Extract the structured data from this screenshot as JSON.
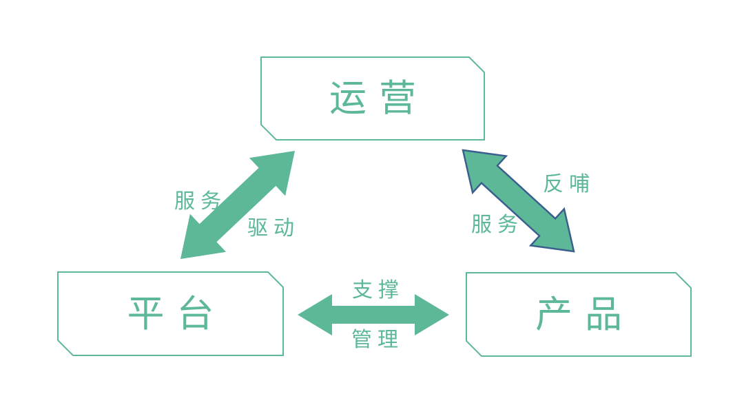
{
  "diagram": {
    "nodes": [
      {
        "id": "operations",
        "label": "运营"
      },
      {
        "id": "platform",
        "label": "平台"
      },
      {
        "id": "product",
        "label": "产品"
      }
    ],
    "edges": [
      {
        "from": "平台",
        "to": "运营",
        "labels": [
          "服务",
          "驱动"
        ]
      },
      {
        "from": "运营",
        "to": "产品",
        "labels": [
          "反哺",
          "服务"
        ]
      },
      {
        "from": "平台",
        "to": "产品",
        "labels": [
          "支撑",
          "管理"
        ]
      }
    ],
    "colors": {
      "green": "#5CB896",
      "arrow_outline_blue": "#3A5F8F",
      "background": "#FFFFFF"
    }
  }
}
